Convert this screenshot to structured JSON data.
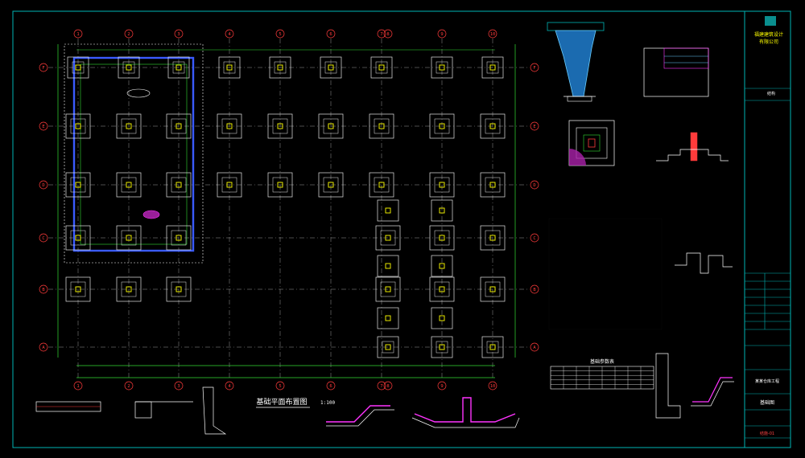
{
  "plan": {
    "col_labels": [
      "1",
      "2",
      "3",
      "4",
      "5",
      "6",
      "7",
      "8",
      "9",
      "10"
    ],
    "row_labels": [
      "F",
      "E",
      "D",
      "C",
      "B",
      "A"
    ],
    "title": "基础平面布置图",
    "scale": "1:100"
  },
  "right_labels": {
    "foundation_table_title": "基础参数表",
    "sheet_number": "结施-01"
  },
  "title_block": {
    "company_line1": "福建建筑设计",
    "company_line2": "有限公司",
    "project_name": "某某仓库工程",
    "drawing_title": "基础图",
    "stamp": "结构"
  },
  "colors": {
    "frame": "#00b4b4",
    "grid": "#9a9a9a",
    "axis": "#ff3b3b",
    "footing": "#e6e6e6",
    "dim": "#33dd33",
    "pier": "#ffff00",
    "beam": "#3a5bff",
    "magenta": "#ff33ff",
    "label": "#ffffff"
  }
}
